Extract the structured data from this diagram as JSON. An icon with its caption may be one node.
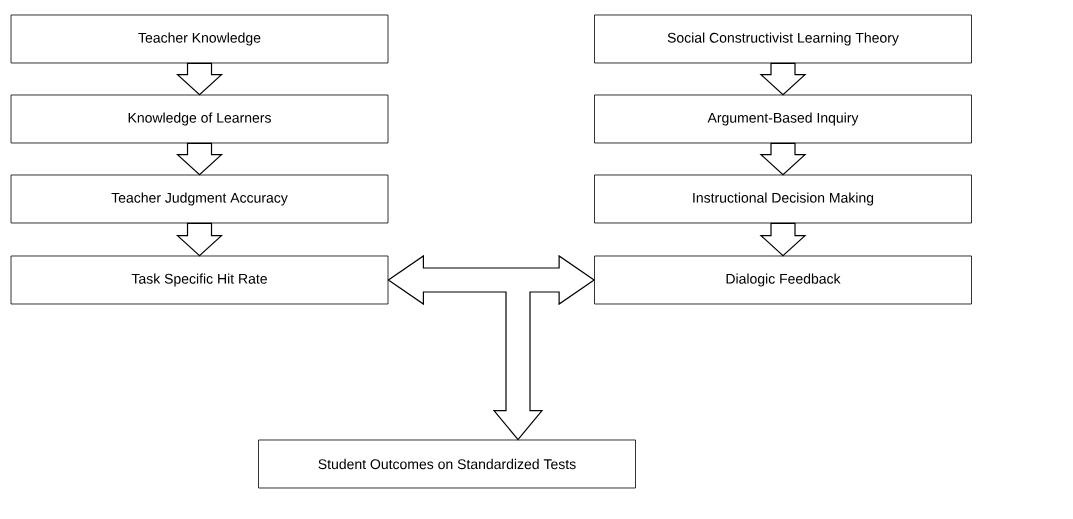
{
  "diagram": {
    "nodes": [
      {
        "text": [
          "Teacher Knowledge"
        ]
      },
      {
        "text": [
          "Knowledge of Learners"
        ]
      },
      {
        "text": [
          "Teacher Judgment Accuracy"
        ]
      },
      {
        "text": [
          "Task Specific Hit Rate"
        ]
      },
      {
        "text": [
          "Social Constructivist Learning Theory"
        ]
      },
      {
        "text": [
          "Argument-Based Inquiry"
        ]
      },
      {
        "text": [
          "Instructional Decision Making"
        ]
      },
      {
        "text": [
          "Dialogic Feedback"
        ]
      },
      {
        "text": [
          "Student Outcomes on Standardized Tests"
        ]
      }
    ],
    "edges": [
      {
        "from": 0,
        "to": 1,
        "arrow": "to"
      },
      {
        "from": 1,
        "to": 2,
        "arrow": "to"
      },
      {
        "from": 2,
        "to": 3,
        "arrow": "to"
      },
      {
        "from": 4,
        "to": 5,
        "arrow": "to"
      },
      {
        "from": 5,
        "to": 6,
        "arrow": "to"
      },
      {
        "from": 6,
        "to": 7,
        "arrow": "to"
      },
      {
        "from": 3,
        "to": 7,
        "arrow": "both"
      },
      {
        "from": 3,
        "to": 8,
        "arrow": "both"
      }
    ]
  }
}
